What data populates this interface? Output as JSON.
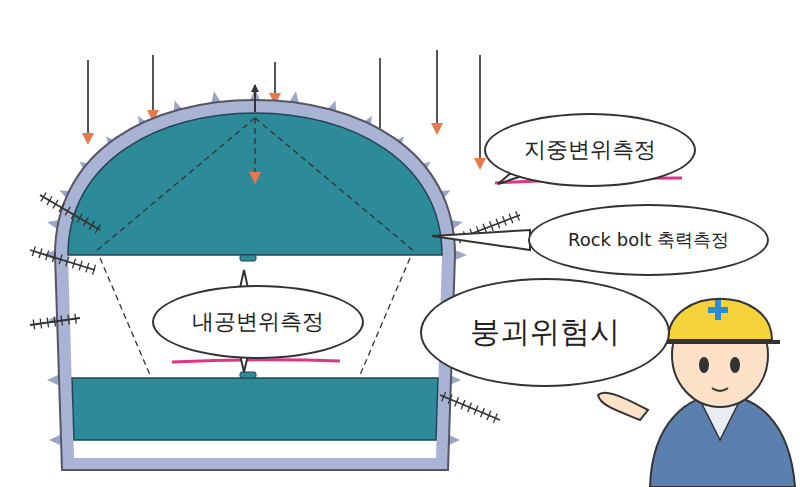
{
  "diagram": {
    "nodes": [
      {
        "text": [
          "지중변위측정"
        ]
      },
      {
        "text": [
          "Rock bolt 축력측정"
        ]
      },
      {
        "text": [
          "붕괴위험시"
        ]
      },
      {
        "text": [
          "내공변위측정"
        ]
      }
    ]
  }
}
